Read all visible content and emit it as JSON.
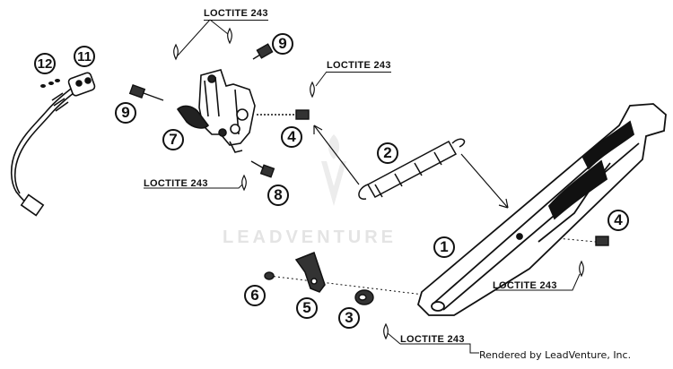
{
  "callouts": {
    "c1": "1",
    "c2": "2",
    "c3": "3",
    "c4a": "4",
    "c4b": "4",
    "c5": "5",
    "c6": "6",
    "c7": "7",
    "c8": "8",
    "c9a": "9",
    "c9b": "9",
    "c11": "11",
    "c12": "12"
  },
  "labels": {
    "loctite_top": "LOCTITE 243",
    "loctite_mid": "LOCTITE 243",
    "loctite_left": "LOCTITE 243",
    "loctite_right": "LOCTITE 243",
    "loctite_bottom": "LOCTITE 243"
  },
  "watermark": "LEADVENTURE",
  "credit": "Rendered by LeadVenture, Inc."
}
